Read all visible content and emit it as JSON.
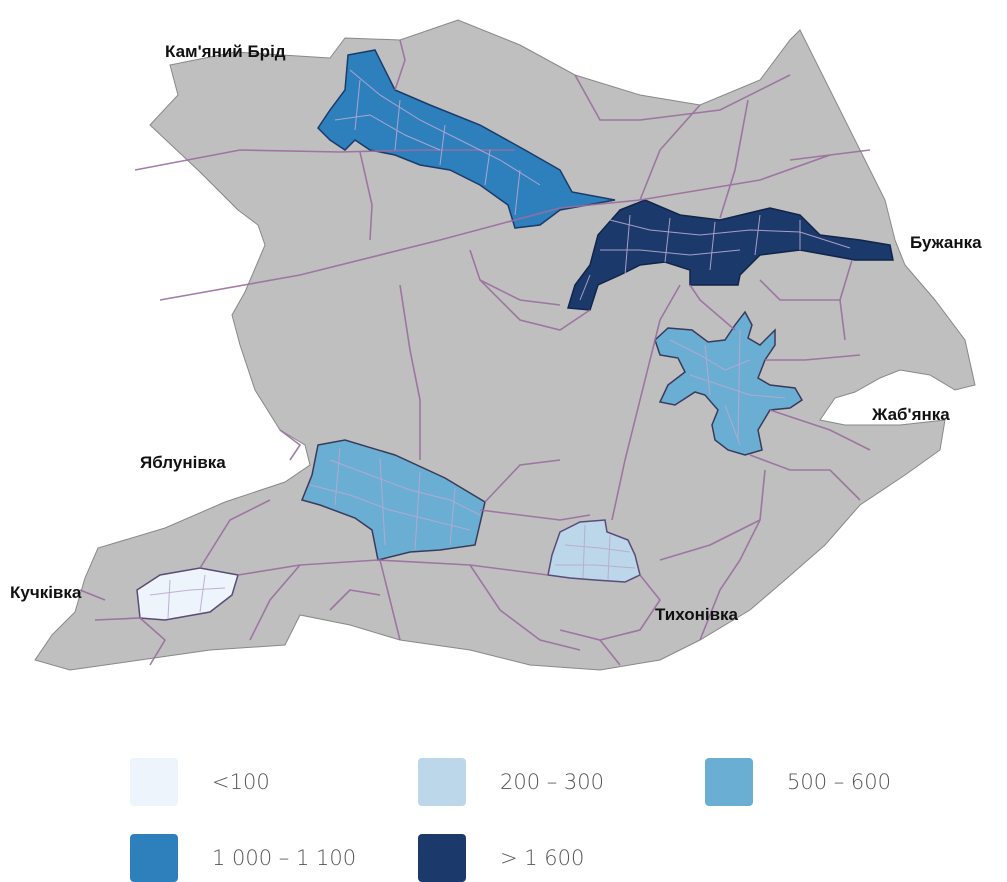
{
  "labels": {
    "kamianyi_brid": "Кам'яний Брід",
    "buzhanka": "Бужанка",
    "zhabianka": "Жаб'янка",
    "yablunivka": "Яблунівка",
    "kuchkivka": "Кучківка",
    "tykhonivka": "Тихонівка"
  },
  "colors": {
    "territory": "#bfbfbf",
    "roads": "#9a6e9e",
    "lt100": "#edf4fb",
    "c200_300": "#bcd6ea",
    "c500_600": "#6aaed3",
    "c1000_1100": "#2e80bd",
    "gt1600": "#1b3a6b"
  },
  "legend": [
    {
      "label": "<100",
      "color": "#edf4fb"
    },
    {
      "label": "200 – 300",
      "color": "#bcd6ea"
    },
    {
      "label": "500 – 600",
      "color": "#6aaed3"
    },
    {
      "label": "1 000 – 1 100",
      "color": "#2e80bd"
    },
    {
      "label": "> 1 600",
      "color": "#1b3a6b"
    }
  ]
}
